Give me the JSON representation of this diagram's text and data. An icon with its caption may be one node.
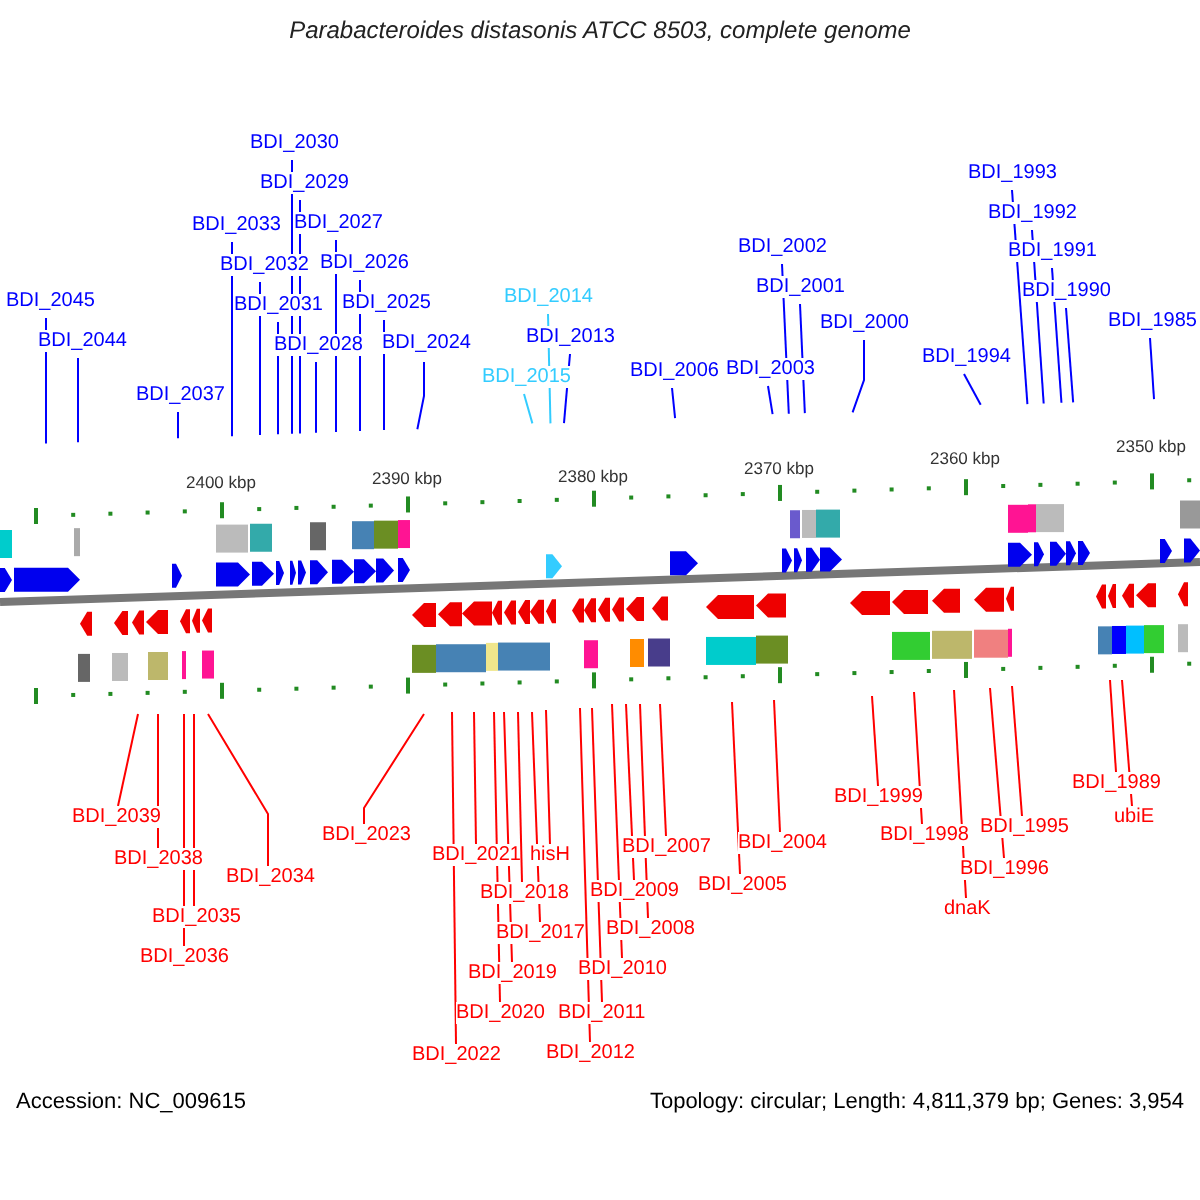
{
  "diagram": {
    "title": "Parabacteroides distasonis ATCC 8503, complete genome",
    "nodes": [
      {
        "text": [
          "BDI_2045"
        ]
      },
      {
        "text": [
          "BDI_2044"
        ]
      },
      {
        "text": [
          "BDI_2037"
        ]
      },
      {
        "text": [
          "BDI_2033"
        ]
      },
      {
        "text": [
          "BDI_2032"
        ]
      },
      {
        "text": [
          "BDI_2031"
        ]
      },
      {
        "text": [
          "BDI_2030"
        ]
      },
      {
        "text": [
          "BDI_2029"
        ]
      },
      {
        "text": [
          "BDI_2028"
        ]
      },
      {
        "text": [
          "BDI_2027"
        ]
      },
      {
        "text": [
          "BDI_2026"
        ]
      },
      {
        "text": [
          "BDI_2025"
        ]
      },
      {
        "text": [
          "BDI_2024"
        ]
      },
      {
        "text": [
          "BDI_2014"
        ]
      },
      {
        "text": [
          "BDI_2015"
        ]
      },
      {
        "text": [
          "BDI_2013"
        ]
      },
      {
        "text": [
          "BDI_2006"
        ]
      },
      {
        "text": [
          "BDI_2002"
        ]
      },
      {
        "text": [
          "BDI_2001"
        ]
      },
      {
        "text": [
          "BDI_2003"
        ]
      },
      {
        "text": [
          "BDI_2000"
        ]
      },
      {
        "text": [
          "BDI_1994"
        ]
      },
      {
        "text": [
          "BDI_1993"
        ]
      },
      {
        "text": [
          "BDI_1992"
        ]
      },
      {
        "text": [
          "BDI_1991"
        ]
      },
      {
        "text": [
          "BDI_1990"
        ]
      },
      {
        "text": [
          "BDI_1985"
        ]
      },
      {
        "text": [
          "BDI_2039"
        ]
      },
      {
        "text": [
          "BDI_2038"
        ]
      },
      {
        "text": [
          "BDI_2035"
        ]
      },
      {
        "text": [
          "BDI_2036"
        ]
      },
      {
        "text": [
          "BDI_2034"
        ]
      },
      {
        "text": [
          "BDI_2023"
        ]
      },
      {
        "text": [
          "BDI_2021"
        ]
      },
      {
        "text": [
          "hisH"
        ]
      },
      {
        "text": [
          "BDI_2018"
        ]
      },
      {
        "text": [
          "BDI_2017"
        ]
      },
      {
        "text": [
          "BDI_2019"
        ]
      },
      {
        "text": [
          "BDI_2020"
        ]
      },
      {
        "text": [
          "BDI_2022"
        ]
      },
      {
        "text": [
          "BDI_2007"
        ]
      },
      {
        "text": [
          "BDI_2009"
        ]
      },
      {
        "text": [
          "BDI_2008"
        ]
      },
      {
        "text": [
          "BDI_2010"
        ]
      },
      {
        "text": [
          "BDI_2011"
        ]
      },
      {
        "text": [
          "BDI_2012"
        ]
      },
      {
        "text": [
          "BDI_2004"
        ]
      },
      {
        "text": [
          "BDI_2005"
        ]
      },
      {
        "text": [
          "BDI_1999"
        ]
      },
      {
        "text": [
          "BDI_1998"
        ]
      },
      {
        "text": [
          "BDI_1995"
        ]
      },
      {
        "text": [
          "BDI_1996"
        ]
      },
      {
        "text": [
          "dnaK"
        ]
      },
      {
        "text": [
          "BDI_1989"
        ]
      },
      {
        "text": [
          "ubiE"
        ]
      }
    ],
    "edges": [
      {
        "from": 0,
        "to": null,
        "arrow": "none",
        "color": "#0000ff"
      },
      {
        "from": 1,
        "to": null,
        "arrow": "none",
        "color": "#0000ff"
      },
      {
        "from": 2,
        "to": null,
        "arrow": "none",
        "color": "#0000ff"
      },
      {
        "from": 3,
        "to": null,
        "arrow": "none",
        "color": "#0000ff"
      },
      {
        "from": 4,
        "to": null,
        "arrow": "none",
        "color": "#0000ff"
      },
      {
        "from": 5,
        "to": null,
        "arrow": "none",
        "color": "#0000ff"
      },
      {
        "from": 6,
        "to": null,
        "arrow": "none",
        "color": "#0000ff"
      },
      {
        "from": 7,
        "to": null,
        "arrow": "none",
        "color": "#0000ff"
      },
      {
        "from": 8,
        "to": null,
        "arrow": "none",
        "color": "#0000ff"
      },
      {
        "from": 9,
        "to": null,
        "arrow": "none",
        "color": "#0000ff"
      },
      {
        "from": 10,
        "to": null,
        "arrow": "none",
        "color": "#0000ff"
      },
      {
        "from": 11,
        "to": null,
        "arrow": "none",
        "color": "#0000ff"
      },
      {
        "from": 12,
        "to": null,
        "arrow": "none",
        "color": "#0000ff"
      },
      {
        "from": 13,
        "to": null,
        "arrow": "none",
        "color": "#33ccff"
      },
      {
        "from": 14,
        "to": null,
        "arrow": "none",
        "color": "#33ccff"
      },
      {
        "from": 15,
        "to": null,
        "arrow": "none",
        "color": "#0000ff"
      },
      {
        "from": 16,
        "to": null,
        "arrow": "none",
        "color": "#0000ff"
      },
      {
        "from": 17,
        "to": null,
        "arrow": "none",
        "color": "#0000ff"
      },
      {
        "from": 18,
        "to": null,
        "arrow": "none",
        "color": "#0000ff"
      },
      {
        "from": 19,
        "to": null,
        "arrow": "none",
        "color": "#0000ff"
      },
      {
        "from": 20,
        "to": null,
        "arrow": "none",
        "color": "#0000ff"
      },
      {
        "from": 21,
        "to": null,
        "arrow": "none",
        "color": "#0000ff"
      },
      {
        "from": 22,
        "to": null,
        "arrow": "none",
        "color": "#0000ff"
      },
      {
        "from": 23,
        "to": null,
        "arrow": "none",
        "color": "#0000ff"
      },
      {
        "from": 24,
        "to": null,
        "arrow": "none",
        "color": "#0000ff"
      },
      {
        "from": 25,
        "to": null,
        "arrow": "none",
        "color": "#0000ff"
      },
      {
        "from": 26,
        "to": null,
        "arrow": "none",
        "color": "#0000ff"
      },
      {
        "from": 27,
        "to": null,
        "arrow": "none"
      },
      {
        "from": 28,
        "to": null,
        "arrow": "none"
      },
      {
        "from": 29,
        "to": null,
        "arrow": "none"
      },
      {
        "from": 30,
        "to": null,
        "arrow": "none"
      },
      {
        "from": 31,
        "to": null,
        "arrow": "none"
      },
      {
        "from": 32,
        "to": null,
        "arrow": "none"
      },
      {
        "from": 33,
        "to": null,
        "arrow": "none"
      },
      {
        "from": 34,
        "to": null,
        "arrow": "none"
      },
      {
        "from": 35,
        "to": null,
        "arrow": "none"
      },
      {
        "from": 36,
        "to": null,
        "arrow": "none"
      },
      {
        "from": 37,
        "to": null,
        "arrow": "none"
      },
      {
        "from": 38,
        "to": null,
        "arrow": "none"
      },
      {
        "from": 39,
        "to": null,
        "arrow": "none"
      },
      {
        "from": 40,
        "to": null,
        "arrow": "none"
      },
      {
        "from": 41,
        "to": null,
        "arrow": "none"
      },
      {
        "from": 42,
        "to": null,
        "arrow": "none"
      },
      {
        "from": 43,
        "to": null,
        "arrow": "none"
      },
      {
        "from": 44,
        "to": null,
        "arrow": "none"
      },
      {
        "from": 45,
        "to": null,
        "arrow": "none"
      },
      {
        "from": 46,
        "to": null,
        "arrow": "none"
      },
      {
        "from": 47,
        "to": null,
        "arrow": "none"
      },
      {
        "from": 48,
        "to": null,
        "arrow": "none"
      },
      {
        "from": 49,
        "to": null,
        "arrow": "none"
      },
      {
        "from": 50,
        "to": null,
        "arrow": "none"
      },
      {
        "from": 51,
        "to": null,
        "arrow": "none"
      },
      {
        "from": 52,
        "to": null,
        "arrow": "none"
      },
      {
        "from": 53,
        "to": null,
        "arrow": "none"
      },
      {
        "from": 54,
        "to": null,
        "arrow": "none"
      }
    ],
    "labels": [
      "2400 kbp",
      "2390 kbp",
      "2380 kbp",
      "2370 kbp",
      "2360 kbp",
      "2350 kbp",
      "Accession: NC_009615",
      "Topology: circular; Length: 4,811,379 bp; Genes: 3,954"
    ]
  }
}
